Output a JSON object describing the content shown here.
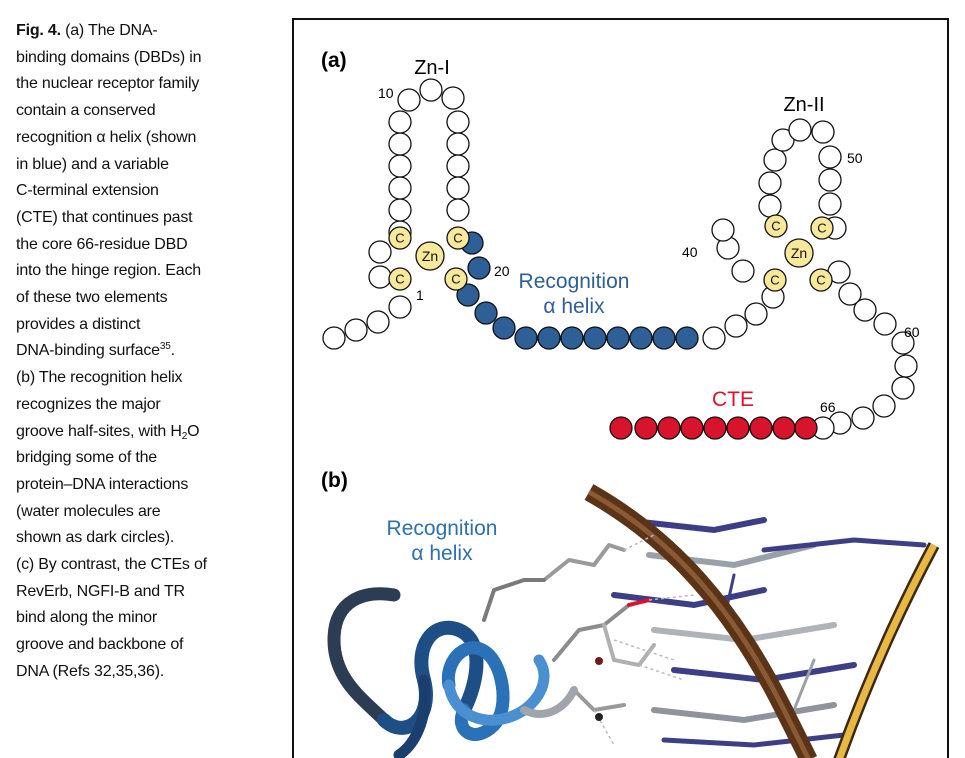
{
  "caption": {
    "fig_label": "Fig. 4.",
    "lines": [
      "(a) The DNA-",
      "binding domains (DBDs) in",
      "the nuclear receptor family",
      "contain a conserved",
      "recognition α helix (shown",
      "in blue) and a variable",
      "C-terminal extension",
      "(CTE) that continues past",
      "the core 66-residue DBD",
      "into the hinge region. Each",
      "of these two elements",
      "provides a distinct",
      "DNA-binding surface",
      "(b) The recognition helix",
      "recognizes the major",
      "groove half-sites, with H",
      "bridging some of the",
      "protein–DNA interactions",
      "(water molecules are",
      "shown as dark circles).",
      "(c) By contrast, the CTEs of",
      "RevErb, NGFI-B and TR",
      "bind along the minor",
      "groove and backbone of",
      "DNA (Refs 32,35,36)."
    ],
    "ref_superscript": "35",
    "ref_period": ".",
    "h2o_sub": "2",
    "h2o_tail": "O"
  },
  "panel_a": {
    "label": "(a)",
    "zn1_label": "Zn-I",
    "zn2_label": "Zn-II",
    "zn_atom": "Zn",
    "cys": "C",
    "residue_numbers": [
      "10",
      "20",
      "1",
      "40",
      "50",
      "60",
      "66"
    ],
    "helix_label_1": "Recognition",
    "helix_label_2": "α helix",
    "cte_label": "CTE",
    "colors": {
      "helix": "#2e5f96",
      "cte": "#d8132c",
      "cys_fill": "#f7e89a",
      "residue": "#ffffff"
    }
  },
  "panel_b": {
    "label": "(b)",
    "helix_label_1": "Recognition",
    "helix_label_2": "α helix"
  }
}
